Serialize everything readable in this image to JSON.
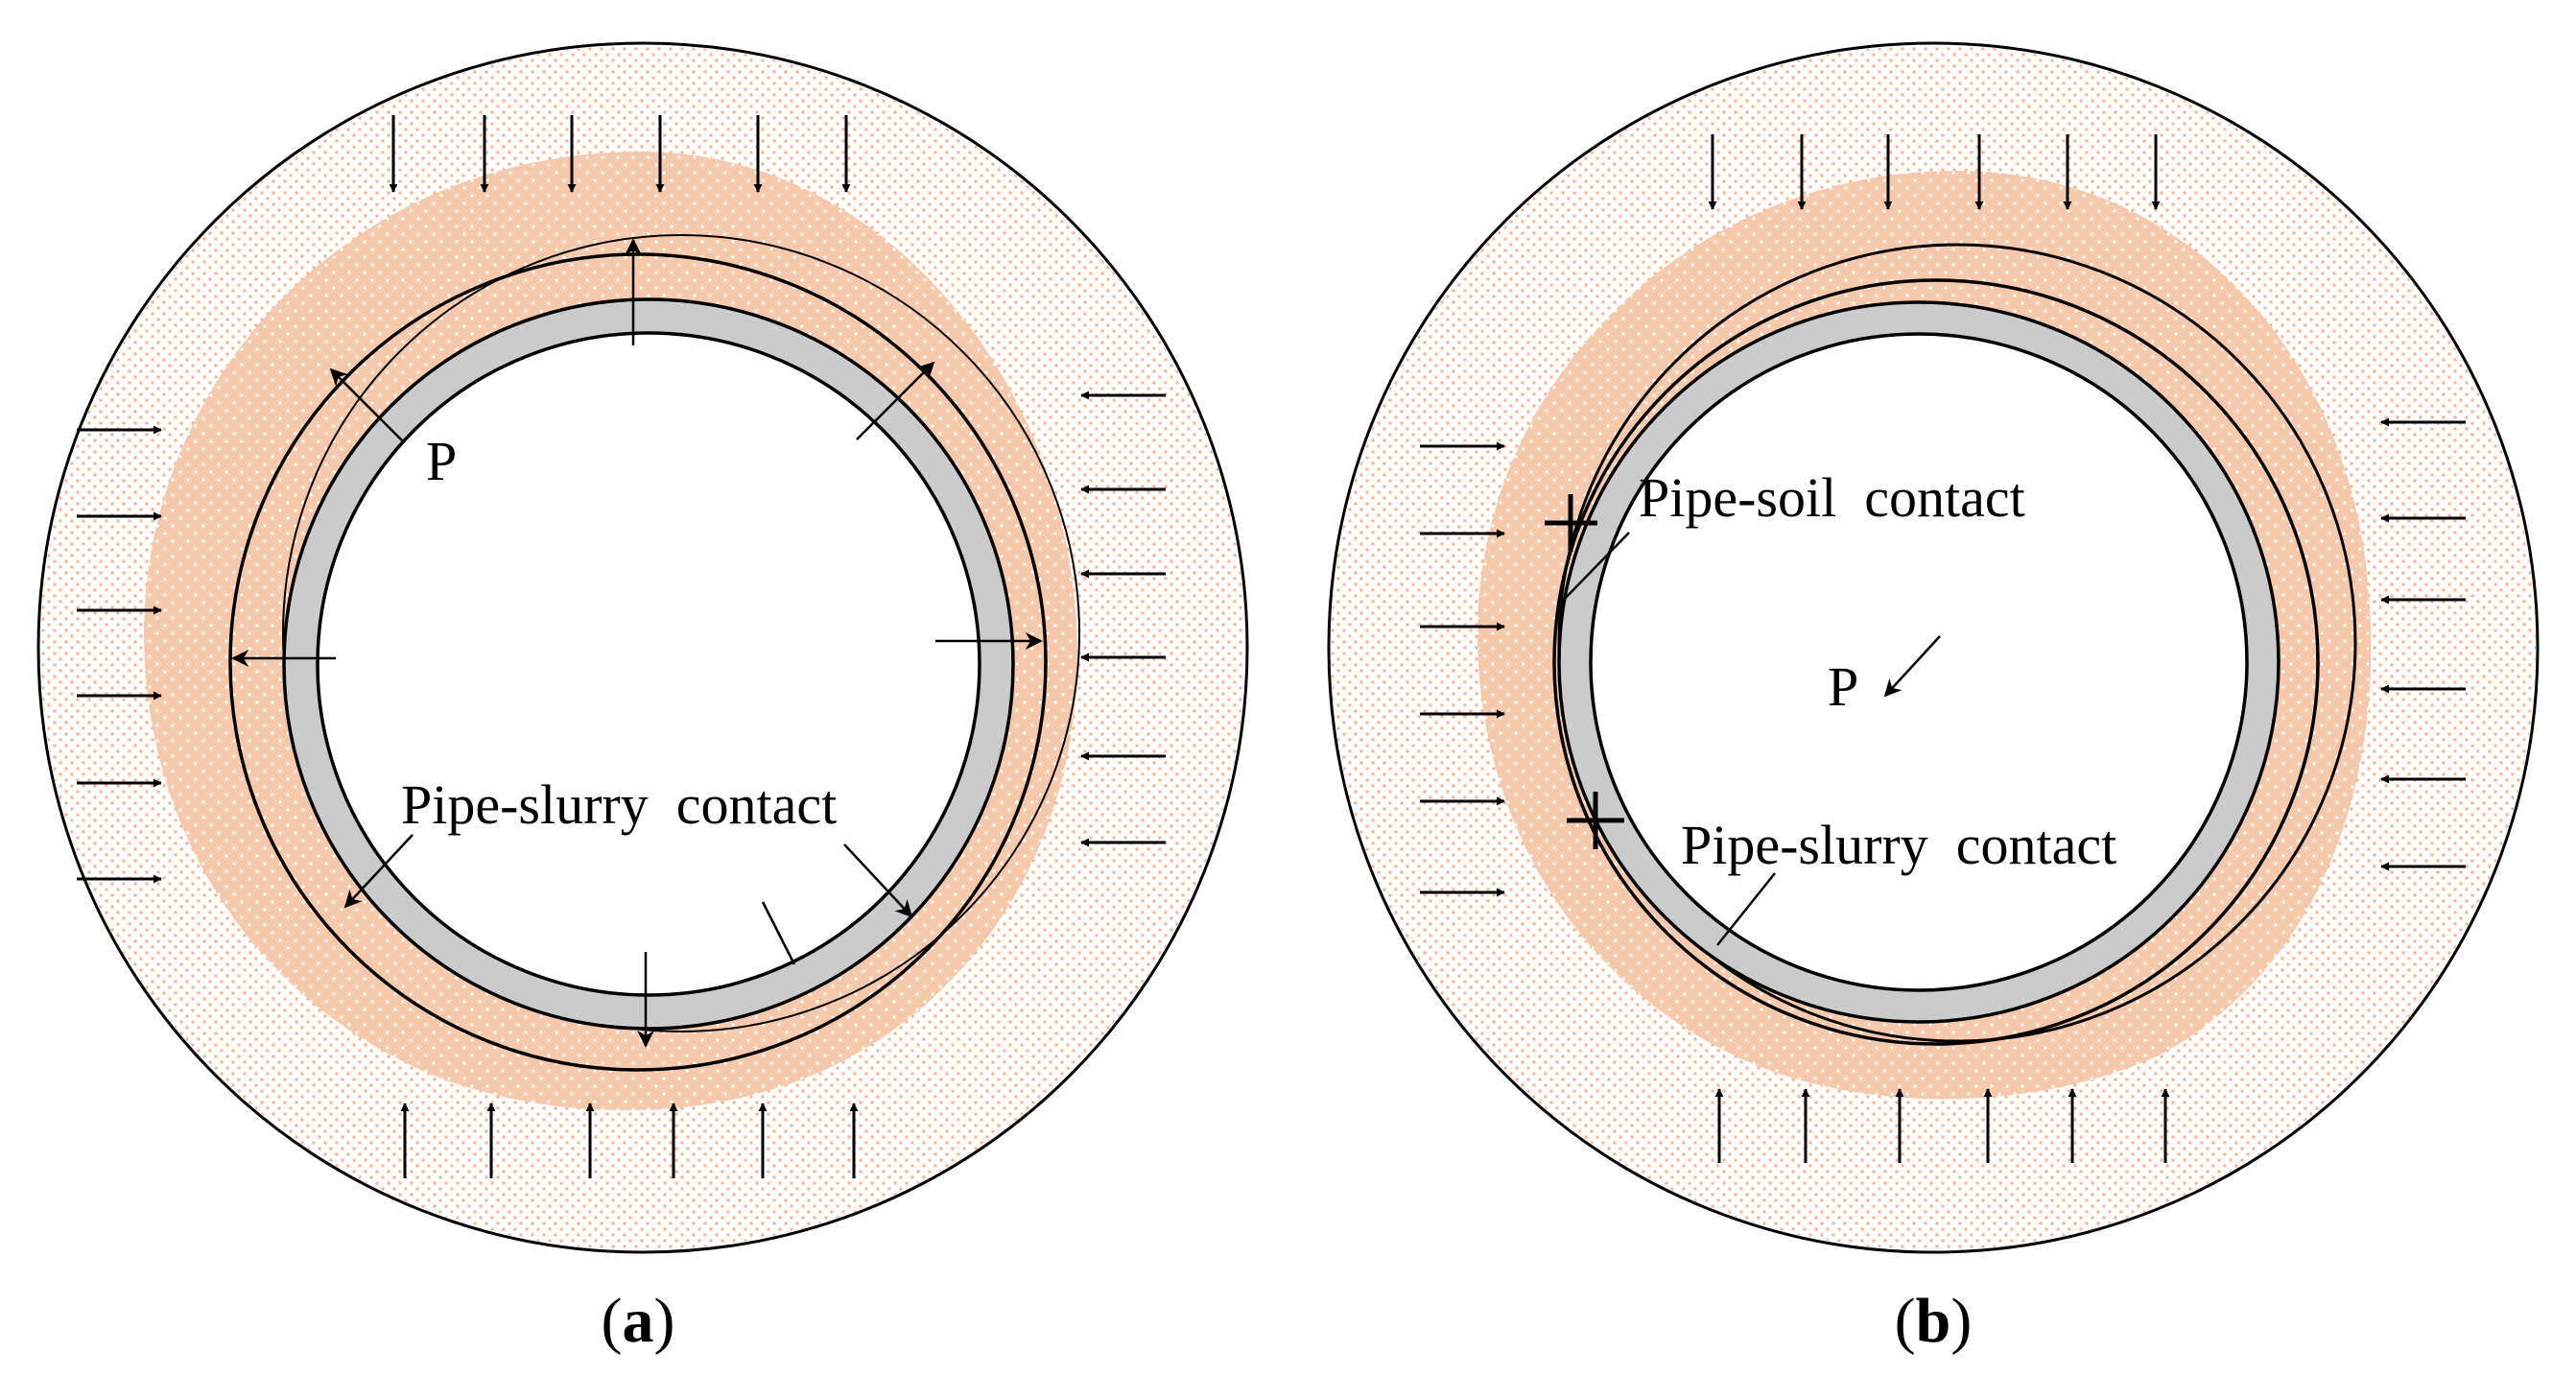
{
  "panels": [
    {
      "id": "a",
      "caption_open": "(",
      "caption_letter": "a",
      "caption_close": ")",
      "labels": {
        "pressure": "P",
        "contact": "Pipe-slurry  contact"
      }
    },
    {
      "id": "b",
      "caption_open": "(",
      "caption_letter": "b",
      "caption_close": ")",
      "labels": {
        "soil_contact": "Pipe-soil  contact",
        "pressure": "P",
        "slurry_contact": "Pipe-slurry  contact"
      }
    }
  ],
  "colors": {
    "soil_dots": "#f0b898",
    "slurry_zone": "#f6c9ad",
    "pipe_wall": "#cbcbcb",
    "line": "#000000"
  }
}
